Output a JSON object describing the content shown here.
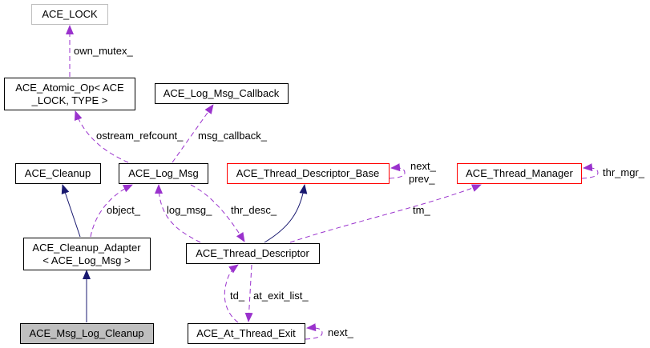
{
  "diagram": {
    "title": "Collaboration diagram for ACE_Msg_Log_Cleanup",
    "colors": {
      "usage_edge": "#9a32cd",
      "inheritance_edge": "#191970",
      "node_border": "#000000",
      "node_border_undocumented": "#bfbfbf",
      "node_border_truncated": "#ff0000",
      "focus_fill": "#bfbfbf"
    },
    "nodes": [
      {
        "id": "ace_lock",
        "lines": [
          "ACE_LOCK"
        ],
        "style": "undocumented"
      },
      {
        "id": "ace_atomic_op",
        "lines": [
          "ACE_Atomic_Op< ACE",
          "_LOCK, TYPE >"
        ],
        "style": "normal"
      },
      {
        "id": "ace_log_msg_callback",
        "lines": [
          "ACE_Log_Msg_Callback"
        ],
        "style": "normal"
      },
      {
        "id": "ace_cleanup",
        "lines": [
          "ACE_Cleanup"
        ],
        "style": "normal"
      },
      {
        "id": "ace_log_msg",
        "lines": [
          "ACE_Log_Msg"
        ],
        "style": "normal"
      },
      {
        "id": "ace_thread_descriptor_base",
        "lines": [
          "ACE_Thread_Descriptor_Base"
        ],
        "style": "truncated"
      },
      {
        "id": "ace_thread_manager",
        "lines": [
          "ACE_Thread_Manager"
        ],
        "style": "truncated"
      },
      {
        "id": "ace_cleanup_adapter",
        "lines": [
          "ACE_Cleanup_Adapter",
          "< ACE_Log_Msg >"
        ],
        "style": "normal"
      },
      {
        "id": "ace_thread_descriptor",
        "lines": [
          "ACE_Thread_Descriptor"
        ],
        "style": "normal"
      },
      {
        "id": "ace_msg_log_cleanup",
        "lines": [
          "ACE_Msg_Log_Cleanup"
        ],
        "style": "focus"
      },
      {
        "id": "ace_at_thread_exit",
        "lines": [
          "ACE_At_Thread_Exit"
        ],
        "style": "normal"
      }
    ],
    "edges": [
      {
        "from": "ace_atomic_op",
        "to": "ace_lock",
        "kind": "usage",
        "label": [
          "own_mutex_"
        ]
      },
      {
        "from": "ace_log_msg",
        "to": "ace_atomic_op",
        "kind": "usage",
        "label": [
          "ostream_refcount_"
        ]
      },
      {
        "from": "ace_log_msg",
        "to": "ace_log_msg_callback",
        "kind": "usage",
        "label": [
          "msg_callback_"
        ]
      },
      {
        "from": "ace_cleanup_adapter",
        "to": "ace_cleanup",
        "kind": "inheritance",
        "label": []
      },
      {
        "from": "ace_cleanup_adapter",
        "to": "ace_log_msg",
        "kind": "usage",
        "label": [
          "object_"
        ]
      },
      {
        "from": "ace_thread_descriptor",
        "to": "ace_log_msg",
        "kind": "usage",
        "label": [
          "log_msg_"
        ]
      },
      {
        "from": "ace_log_msg",
        "to": "ace_thread_descriptor",
        "kind": "usage",
        "label": [
          "thr_desc_"
        ]
      },
      {
        "from": "ace_thread_descriptor",
        "to": "ace_thread_descriptor_base",
        "kind": "inheritance",
        "label": []
      },
      {
        "from": "ace_thread_descriptor_base",
        "to": "ace_thread_descriptor_base",
        "kind": "usage",
        "label": [
          "next_",
          "prev_"
        ]
      },
      {
        "from": "ace_thread_descriptor",
        "to": "ace_thread_manager",
        "kind": "usage",
        "label": [
          "tm_"
        ]
      },
      {
        "from": "ace_thread_manager",
        "to": "ace_thread_manager",
        "kind": "usage",
        "label": [
          "thr_mgr_"
        ]
      },
      {
        "from": "ace_msg_log_cleanup",
        "to": "ace_cleanup_adapter",
        "kind": "inheritance",
        "label": []
      },
      {
        "from": "ace_at_thread_exit",
        "to": "ace_thread_descriptor",
        "kind": "usage",
        "label": [
          "td_"
        ]
      },
      {
        "from": "ace_thread_descriptor",
        "to": "ace_at_thread_exit",
        "kind": "usage",
        "label": [
          "at_exit_list_"
        ]
      },
      {
        "from": "ace_at_thread_exit",
        "to": "ace_at_thread_exit",
        "kind": "usage",
        "label": [
          "next_"
        ]
      }
    ]
  }
}
